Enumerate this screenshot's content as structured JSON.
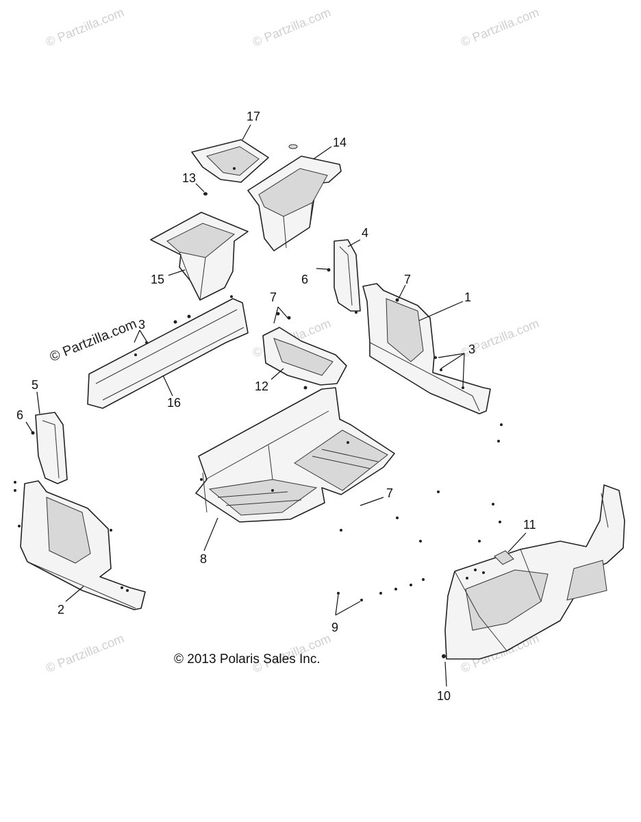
{
  "watermark": {
    "text": "© Partzilla.com",
    "color": "#cfcfcf"
  },
  "watermark_prominent": "© Partzilla.com",
  "copyright": "© 2013 Polaris Sales Inc.",
  "callouts": {
    "c1": "1",
    "c2": "2",
    "c3a": "3",
    "c3b": "3",
    "c4": "4",
    "c5": "5",
    "c6a": "6",
    "c6b": "6",
    "c7a": "7",
    "c7b": "7",
    "c7c": "7",
    "c8": "8",
    "c9": "9",
    "c10": "10",
    "c11": "11",
    "c12": "12",
    "c13": "13",
    "c14": "14",
    "c15": "15",
    "c16": "16",
    "c17": "17"
  }
}
